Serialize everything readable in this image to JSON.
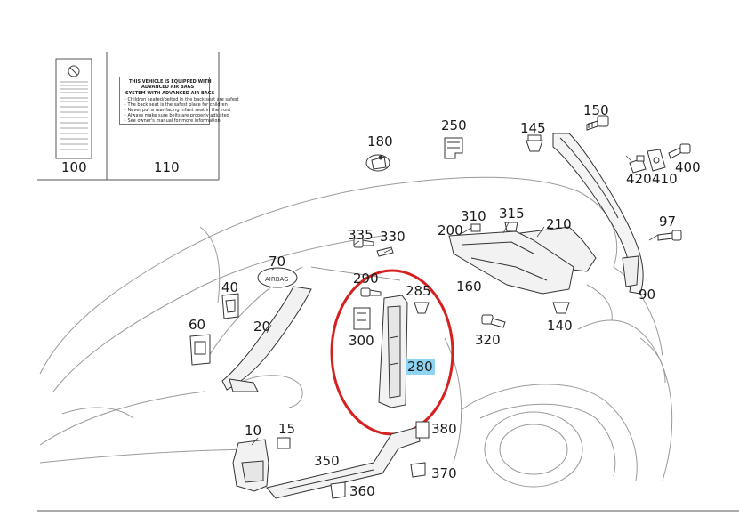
{
  "labels": {
    "l100": "100",
    "l110": "110",
    "l180": "180",
    "l250": "250",
    "l145": "145",
    "l150": "150",
    "l420": "420",
    "l410": "410",
    "l400": "400",
    "l97": "97",
    "l210": "210",
    "l90": "90",
    "l310": "310",
    "l315": "315",
    "l200": "200",
    "l335": "335",
    "l330": "330",
    "l70": "70",
    "l160": "160",
    "l40": "40",
    "l290": "290",
    "l285": "285",
    "l20": "20",
    "l60": "60",
    "l300": "300",
    "l320": "320",
    "l140": "140",
    "l280": "280",
    "l10": "10",
    "l15": "15",
    "l380": "380",
    "l350": "350",
    "l370": "370",
    "l360": "360"
  },
  "warning_label_110": {
    "title_line1": "THIS VEHICLE IS EQUIPPED WITH",
    "title_line2": "ADVANCED AIR BAGS",
    "subtitle": "SYSTEM WITH ADVANCED AIR BAGS",
    "lines": [
      "• Children seated/belted in the back seat are safest",
      "• The back seat is the safest place for children",
      "• Never put a rear-facing infant seat in the front",
      "• Always make sure belts are properly adjusted",
      "• See owner's manual for more information"
    ]
  },
  "colors": {
    "highlight": "#8ed3ef",
    "focus_ring": "#d62020",
    "line": "#444444"
  }
}
